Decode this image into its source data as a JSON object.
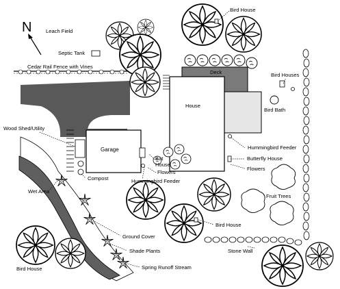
{
  "map": {
    "north": "N",
    "labels": {
      "leach_field": "Leach Field",
      "septic_tank": "Septic Tank",
      "cedar_fence": "Cedar Rail Fence with Vines",
      "bird_house_top": "Bird House",
      "deck": "Deck",
      "bird_houses": "Bird Houses",
      "house": "House",
      "bird_bath": "Bird Bath",
      "wood_shed": "Wood Shed/Utility",
      "garage": "Garage",
      "bat_house_1": "Bat",
      "bat_house_2": "House",
      "flowers_1": "Flowers",
      "hummingbird_feeder_1": "Hummingbird Feeder",
      "butterfly_house": "Butterfly House",
      "flowers_2": "Flowers",
      "compost": "Compost",
      "hummingbird_feeder_2": "Hummingbird Feeder",
      "wet_area": "Wet Area",
      "fruit_trees": "Fruit Trees",
      "bird_house_mid": "Bird House",
      "ground_cover": "Ground Cover",
      "shade_plants": "Shade Plants",
      "stone_wall": "Stone Wall",
      "spring_runoff": "Spring Runoff Stream",
      "bird_house_bottom": "Bird House"
    },
    "colors": {
      "driveway": "#595959",
      "deck": "#7a7a7a",
      "patio": "#e6e6e6",
      "stream": "#5f5f5f",
      "outline": "#000000"
    }
  }
}
